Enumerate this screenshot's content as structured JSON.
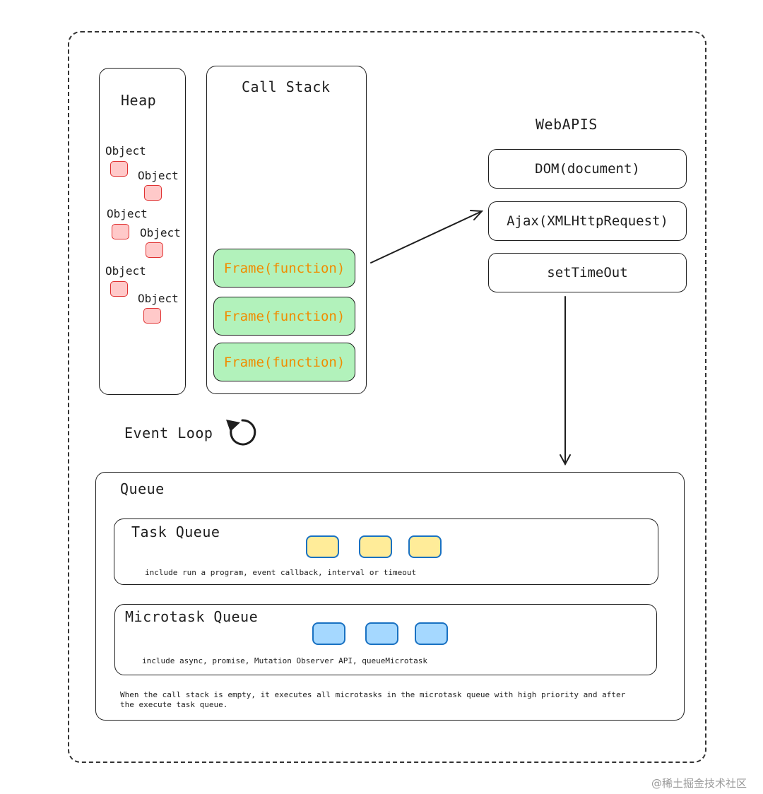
{
  "heap": {
    "title": "Heap",
    "objects": [
      "Object",
      "Object",
      "Object",
      "Object",
      "Object",
      "Object"
    ]
  },
  "call_stack": {
    "title": "Call Stack",
    "frames": [
      "Frame(function)",
      "Frame(function)",
      "Frame(function)"
    ]
  },
  "web_apis": {
    "title": "WebAPIS",
    "items": [
      "DOM(document)",
      "Ajax(XMLHttpRequest)",
      "setTimeOut"
    ]
  },
  "event_loop": {
    "label": "Event Loop"
  },
  "queue": {
    "title": "Queue",
    "task_queue": {
      "title": "Task Queue",
      "description": "include run a program, event callback, interval or timeout"
    },
    "microtask_queue": {
      "title": "Microtask Queue",
      "description": "include async, promise, Mutation Observer API, queueMicrotask"
    },
    "note_line1": "When the call stack is empty, it executes all microtasks in the microtask queue with high priority and after",
    "note_line2": "the execute task queue."
  },
  "watermark": "@稀土掘金技术社区",
  "colors": {
    "frame_fill": "#b2f2bb",
    "frame_text": "#f08c00",
    "object_fill": "#ffc9c9",
    "object_stroke": "#e03131",
    "task_fill": "#ffec99",
    "microtask_fill": "#a5d8ff",
    "queue_item_stroke": "#1971c2"
  }
}
